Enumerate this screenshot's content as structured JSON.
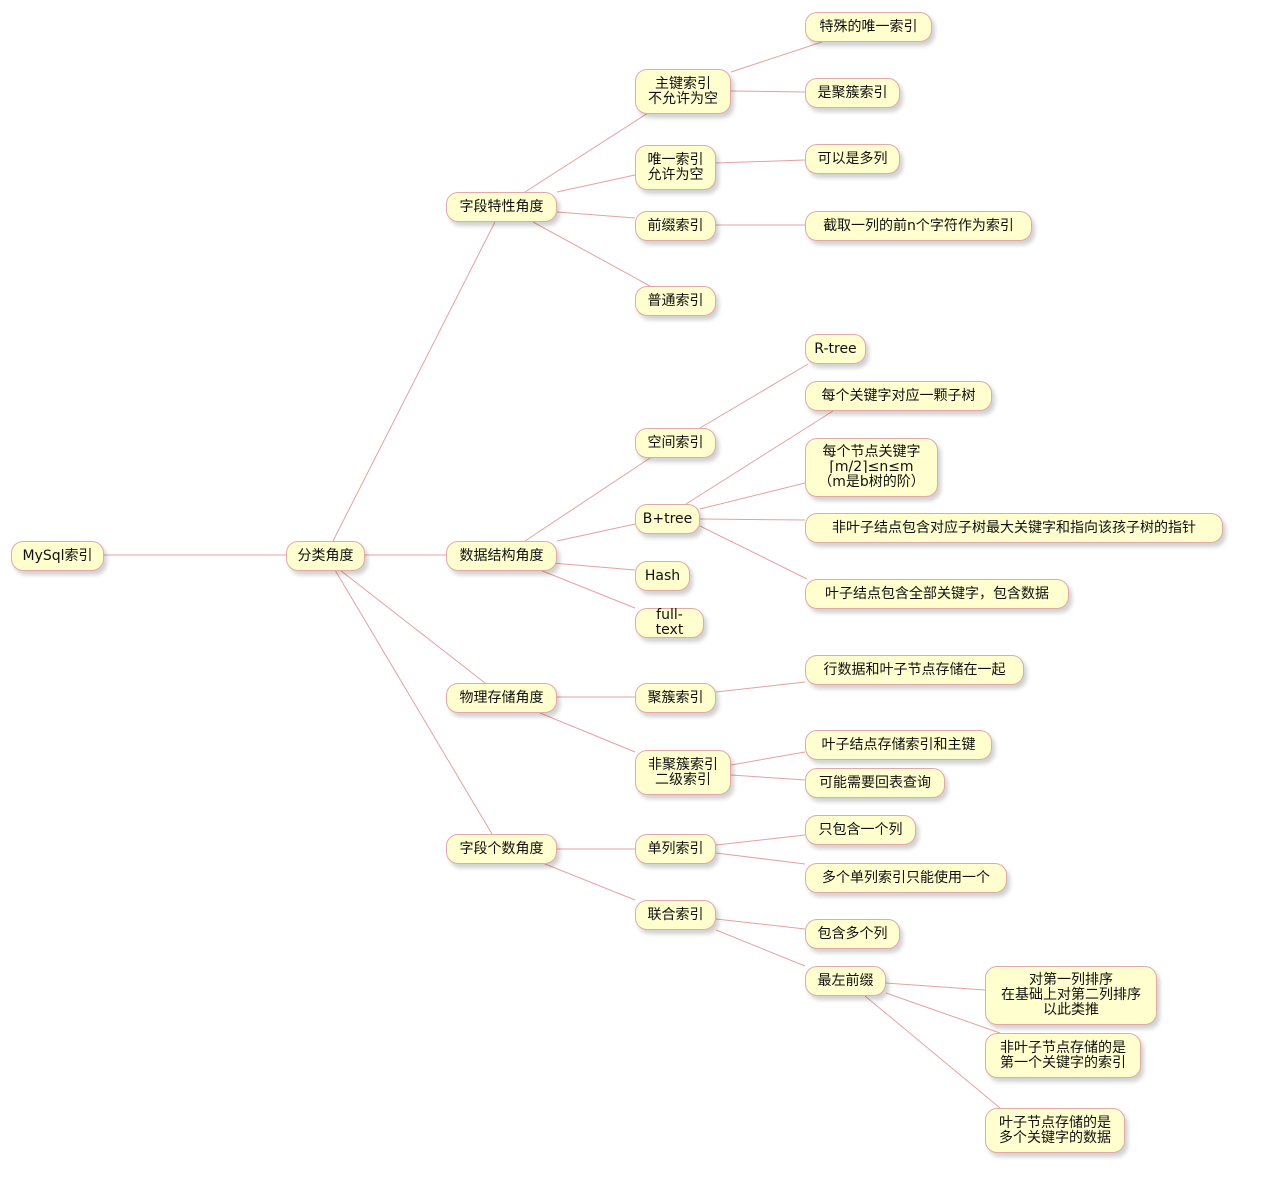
{
  "mindmap": {
    "root": {
      "id": "root",
      "label": "MySql索引"
    },
    "nodes": [
      {
        "id": "n1",
        "parent": "root",
        "label": "分类角度"
      },
      {
        "id": "c1",
        "parent": "n1",
        "label": "字段特性角度"
      },
      {
        "id": "c1a",
        "parent": "c1",
        "label": "主键索引\n不允许为空"
      },
      {
        "id": "c1a1",
        "parent": "c1a",
        "label": "特殊的唯一索引"
      },
      {
        "id": "c1a2",
        "parent": "c1a",
        "label": "是聚簇索引"
      },
      {
        "id": "c1b",
        "parent": "c1",
        "label": "唯一索引\n允许为空"
      },
      {
        "id": "c1b1",
        "parent": "c1b",
        "label": "可以是多列"
      },
      {
        "id": "c1c",
        "parent": "c1",
        "label": "前缀索引"
      },
      {
        "id": "c1c1",
        "parent": "c1c",
        "label": "截取一列的前n个字符作为索引"
      },
      {
        "id": "c1d",
        "parent": "c1",
        "label": "普通索引"
      },
      {
        "id": "c2",
        "parent": "n1",
        "label": "数据结构角度"
      },
      {
        "id": "c2a",
        "parent": "c2",
        "label": "空间索引"
      },
      {
        "id": "c2a1",
        "parent": "c2a",
        "label": "R-tree"
      },
      {
        "id": "c2b",
        "parent": "c2",
        "label": "B+tree"
      },
      {
        "id": "c2b1",
        "parent": "c2b",
        "label": "每个关键字对应一颗子树"
      },
      {
        "id": "c2b2",
        "parent": "c2b",
        "label": "每个节点关键字\n⌈m/2⌉≤n≤m\n（m是b树的阶）"
      },
      {
        "id": "c2b3",
        "parent": "c2b",
        "label": "非叶子结点包含对应子树最大关键字和指向该孩子树的指针"
      },
      {
        "id": "c2b4",
        "parent": "c2b",
        "label": "叶子结点包含全部关键字，包含数据"
      },
      {
        "id": "c2c",
        "parent": "c2",
        "label": "Hash"
      },
      {
        "id": "c2d",
        "parent": "c2",
        "label": "full-text"
      },
      {
        "id": "c3",
        "parent": "n1",
        "label": "物理存储角度"
      },
      {
        "id": "c3a",
        "parent": "c3",
        "label": "聚簇索引"
      },
      {
        "id": "c3a1",
        "parent": "c3a",
        "label": "行数据和叶子节点存储在一起"
      },
      {
        "id": "c3b",
        "parent": "c3",
        "label": "非聚簇索引\n二级索引"
      },
      {
        "id": "c3b1",
        "parent": "c3b",
        "label": "叶子结点存储索引和主键"
      },
      {
        "id": "c3b2",
        "parent": "c3b",
        "label": "可能需要回表查询"
      },
      {
        "id": "c4",
        "parent": "n1",
        "label": "字段个数角度"
      },
      {
        "id": "c4a",
        "parent": "c4",
        "label": "单列索引"
      },
      {
        "id": "c4a1",
        "parent": "c4a",
        "label": "只包含一个列"
      },
      {
        "id": "c4a2",
        "parent": "c4a",
        "label": "多个单列索引只能使用一个"
      },
      {
        "id": "c4b",
        "parent": "c4",
        "label": "联合索引"
      },
      {
        "id": "c4b1",
        "parent": "c4b",
        "label": "包含多个列"
      },
      {
        "id": "c4b2",
        "parent": "c4b",
        "label": "最左前缀"
      },
      {
        "id": "c4b2a",
        "parent": "c4b2",
        "label": "对第一列排序\n在基础上对第二列排序\n以此类推"
      },
      {
        "id": "c4b2b",
        "parent": "c4b2",
        "label": "非叶子节点存储的是\n第一个关键字的索引"
      },
      {
        "id": "c4b2c",
        "parent": "c4b2",
        "label": "叶子节点存储的是\n多个关键字的数据"
      }
    ]
  },
  "colors": {
    "node_fill": "#fefece",
    "node_border": "#e3a8a8",
    "link": "#e8a0a0"
  }
}
